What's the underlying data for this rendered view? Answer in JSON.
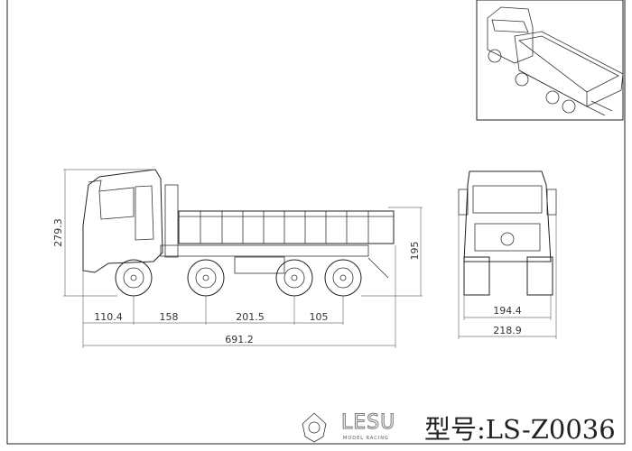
{
  "dimensions": {
    "overall_height": "279.3",
    "bed_height": "195",
    "front_overhang": "110.4",
    "wheelbase_1": "158",
    "wheelbase_2": "201.5",
    "wheelbase_3": "105",
    "overall_length": "691.2",
    "track_width": "194.4",
    "overall_width": "218.9"
  },
  "branding": {
    "logo_text": "LESU",
    "logo_subtext": "MODEL RACING",
    "model_label": "型号:LS-Z0036"
  }
}
